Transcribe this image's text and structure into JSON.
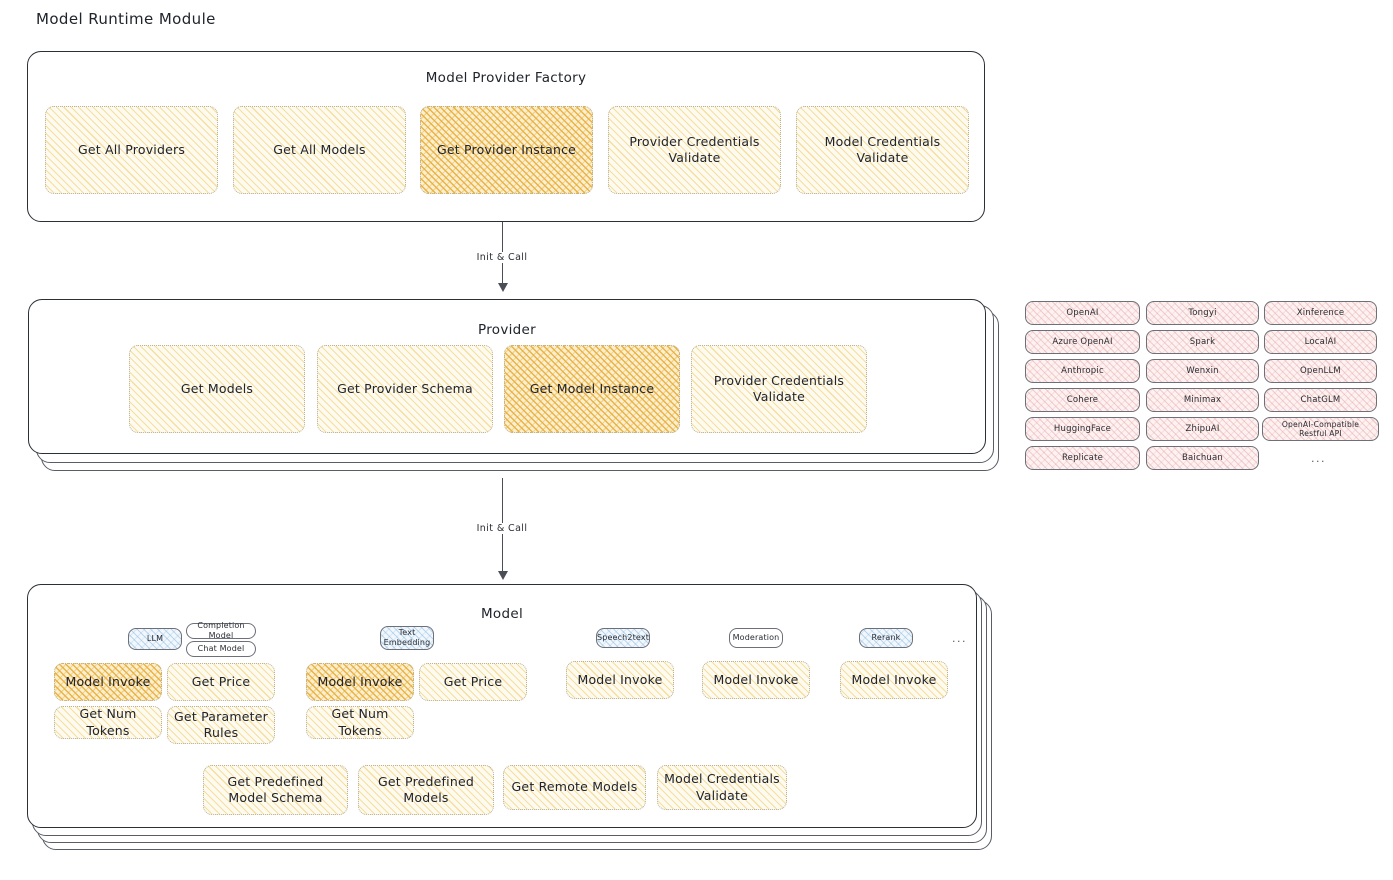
{
  "page": {
    "title": "Model Runtime Module"
  },
  "arrows": [
    {
      "label": "Init & Call"
    },
    {
      "label": "Init & Call"
    }
  ],
  "factory": {
    "title": "Model Provider Factory",
    "nodes": [
      {
        "label": "Get All Providers",
        "highlight": false
      },
      {
        "label": "Get All Models",
        "highlight": false
      },
      {
        "label": "Get Provider Instance",
        "highlight": true
      },
      {
        "label": "Provider Credentials Validate",
        "highlight": false
      },
      {
        "label": "Model Credentials Validate",
        "highlight": false
      }
    ]
  },
  "provider": {
    "title": "Provider",
    "nodes": [
      {
        "label": "Get Models",
        "highlight": false
      },
      {
        "label": "Get Provider Schema",
        "highlight": false
      },
      {
        "label": "Get Model Instance",
        "highlight": true
      },
      {
        "label": "Provider Credentials Validate",
        "highlight": false
      }
    ]
  },
  "provider_list": {
    "columns": [
      {
        "items": [
          "OpenAI",
          "Azure OpenAI",
          "Anthropic",
          "Cohere",
          "HuggingFace",
          "Replicate"
        ]
      },
      {
        "items": [
          "Tongyi",
          "Spark",
          "Wenxin",
          "Minimax",
          "ZhipuAI",
          "Baichuan"
        ]
      },
      {
        "items": [
          "Xinference",
          "LocalAI",
          "OpenLLM",
          "ChatGLM",
          "OpenAI-Compatible Restful API"
        ]
      }
    ],
    "more": "..."
  },
  "model": {
    "title": "Model",
    "more": "...",
    "groups": [
      {
        "badge": "LLM",
        "sub_badges": [
          "Completion Model",
          "Chat Model"
        ],
        "nodes": [
          {
            "label": "Model Invoke",
            "highlight": true
          },
          {
            "label": "Get Price",
            "highlight": false
          },
          {
            "label": "Get Num Tokens",
            "highlight": false
          },
          {
            "label": "Get Parameter Rules",
            "highlight": false
          }
        ]
      },
      {
        "badge": "Text Embedding",
        "sub_badges": [],
        "nodes": [
          {
            "label": "Model Invoke",
            "highlight": true
          },
          {
            "label": "Get Price",
            "highlight": false
          },
          {
            "label": "Get Num Tokens",
            "highlight": false
          }
        ]
      },
      {
        "badge": "Speech2text",
        "sub_badges": [],
        "nodes": [
          {
            "label": "Model Invoke",
            "highlight": false
          }
        ]
      },
      {
        "badge": "Moderation",
        "sub_badges": [],
        "nodes": [
          {
            "label": "Model Invoke",
            "highlight": false
          }
        ]
      },
      {
        "badge": "Rerank",
        "sub_badges": [],
        "nodes": [
          {
            "label": "Model Invoke",
            "highlight": false
          }
        ]
      }
    ],
    "common_nodes": [
      {
        "label": "Get Predefined Model Schema"
      },
      {
        "label": "Get Predefined Models"
      },
      {
        "label": "Get Remote Models"
      },
      {
        "label": "Model Credentials Validate"
      }
    ]
  },
  "colors": {
    "ink": "#20242c",
    "highlight_amber": "#e9b03d",
    "soft_cream": "#fdfaef",
    "provider_rose": "#fdf2f1",
    "badge_blue": "#f1f7fc"
  }
}
